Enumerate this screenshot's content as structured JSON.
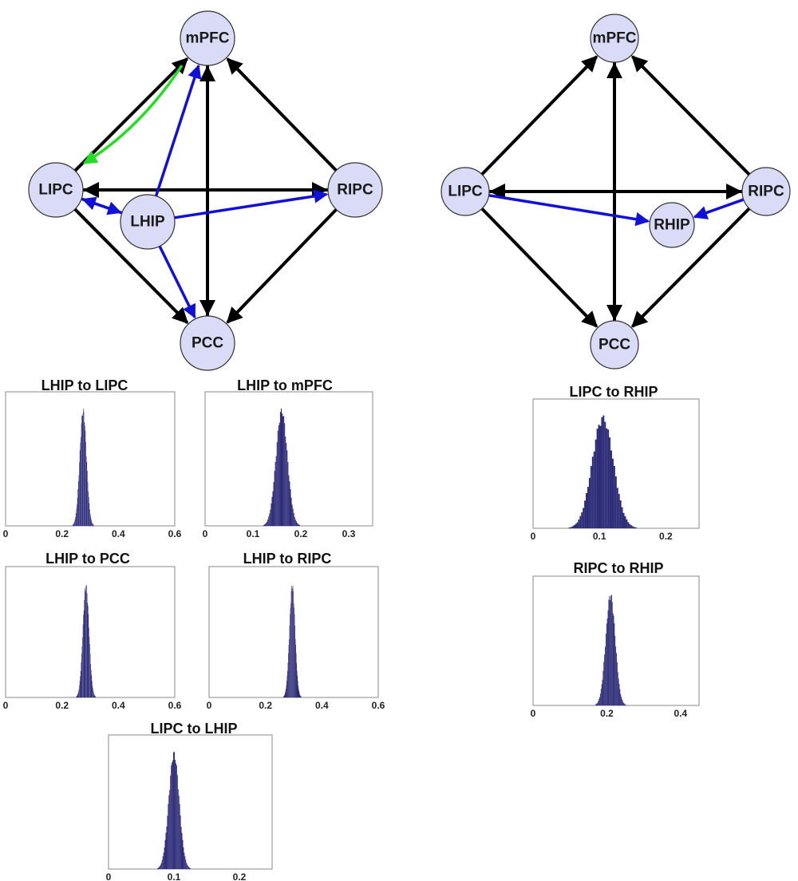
{
  "colors": {
    "node_fill": "#d9dbf7",
    "black_edge": "#000000",
    "blue_edge": "#1010d8",
    "green_edge": "#22dd22",
    "histogram_bar": "#2b2a77"
  },
  "diagrams": [
    {
      "nodes": [
        {
          "id": "mPFC",
          "label": "mPFC"
        },
        {
          "id": "LIPC",
          "label": "LIPC"
        },
        {
          "id": "RIPC",
          "label": "RIPC"
        },
        {
          "id": "LHIP",
          "label": "LHIP"
        },
        {
          "id": "PCC",
          "label": "PCC"
        }
      ],
      "edges": [
        {
          "from": "LIPC",
          "to": "mPFC",
          "color": "black"
        },
        {
          "from": "RIPC",
          "to": "mPFC",
          "color": "black"
        },
        {
          "from": "PCC",
          "to": "mPFC",
          "color": "black"
        },
        {
          "from": "mPFC",
          "to": "PCC",
          "color": "black"
        },
        {
          "from": "LIPC",
          "to": "PCC",
          "color": "black"
        },
        {
          "from": "RIPC",
          "to": "PCC",
          "color": "black"
        },
        {
          "from": "LIPC",
          "to": "RIPC",
          "color": "black"
        },
        {
          "from": "RIPC",
          "to": "LIPC",
          "color": "black"
        },
        {
          "from": "LHIP",
          "to": "LIPC",
          "color": "blue"
        },
        {
          "from": "LIPC",
          "to": "LHIP",
          "color": "blue"
        },
        {
          "from": "LHIP",
          "to": "mPFC",
          "color": "blue"
        },
        {
          "from": "LHIP",
          "to": "RIPC",
          "color": "blue"
        },
        {
          "from": "LHIP",
          "to": "PCC",
          "color": "blue"
        },
        {
          "from": "mPFC",
          "to": "LIPC",
          "color": "green",
          "curved": true
        }
      ]
    },
    {
      "nodes": [
        {
          "id": "mPFC",
          "label": "mPFC"
        },
        {
          "id": "LIPC",
          "label": "LIPC"
        },
        {
          "id": "RIPC",
          "label": "RIPC"
        },
        {
          "id": "RHIP",
          "label": "RHIP"
        },
        {
          "id": "PCC",
          "label": "PCC"
        }
      ],
      "edges": [
        {
          "from": "LIPC",
          "to": "mPFC",
          "color": "black"
        },
        {
          "from": "RIPC",
          "to": "mPFC",
          "color": "black"
        },
        {
          "from": "PCC",
          "to": "mPFC",
          "color": "black"
        },
        {
          "from": "mPFC",
          "to": "PCC",
          "color": "black"
        },
        {
          "from": "LIPC",
          "to": "PCC",
          "color": "black"
        },
        {
          "from": "RIPC",
          "to": "PCC",
          "color": "black"
        },
        {
          "from": "LIPC",
          "to": "RIPC",
          "color": "black"
        },
        {
          "from": "RIPC",
          "to": "LIPC",
          "color": "black"
        },
        {
          "from": "LIPC",
          "to": "RHIP",
          "color": "blue"
        },
        {
          "from": "RIPC",
          "to": "RHIP",
          "color": "blue"
        }
      ]
    }
  ],
  "histograms": [
    {
      "title": "LHIP to LIPC",
      "xlim": [
        0,
        0.6
      ],
      "ticks": [
        0,
        0.2,
        0.4,
        0.6
      ],
      "tick_labels": [
        "0",
        "0.2",
        "0.4",
        "0.6"
      ],
      "mean": 0.275,
      "sd": 0.012
    },
    {
      "title": "LHIP to mPFC",
      "xlim": [
        0,
        0.35
      ],
      "ticks": [
        0,
        0.1,
        0.2,
        0.3
      ],
      "tick_labels": [
        "0",
        "0.1",
        "0.2",
        "0.3"
      ],
      "mean": 0.16,
      "sd": 0.012
    },
    {
      "title": "LHIP to PCC",
      "xlim": [
        0,
        0.6
      ],
      "ticks": [
        0,
        0.2,
        0.4,
        0.6
      ],
      "tick_labels": [
        "0",
        "0.2",
        "0.4",
        "0.6"
      ],
      "mean": 0.285,
      "sd": 0.011
    },
    {
      "title": "LHIP to RIPC",
      "xlim": [
        0,
        0.6
      ],
      "ticks": [
        0,
        0.2,
        0.4,
        0.6
      ],
      "tick_labels": [
        "0",
        "0.2",
        "0.4",
        "0.6"
      ],
      "mean": 0.295,
      "sd": 0.01
    },
    {
      "title": "LIPC to LHIP",
      "xlim": [
        0,
        0.25
      ],
      "ticks": [
        0,
        0.1,
        0.2
      ],
      "tick_labels": [
        "0",
        "0.1",
        "0.2"
      ],
      "mean": 0.1,
      "sd": 0.008
    },
    {
      "title": "LIPC to RHIP",
      "xlim": [
        0,
        0.25
      ],
      "ticks": [
        0,
        0.1,
        0.2
      ],
      "tick_labels": [
        "0",
        "0.1",
        "0.2"
      ],
      "mean": 0.105,
      "sd": 0.016
    },
    {
      "title": "RIPC to RHIP",
      "xlim": [
        0,
        0.45
      ],
      "ticks": [
        0,
        0.2,
        0.4
      ],
      "tick_labels": [
        "0",
        "0.2",
        "0.4"
      ],
      "mean": 0.21,
      "sd": 0.013
    }
  ]
}
